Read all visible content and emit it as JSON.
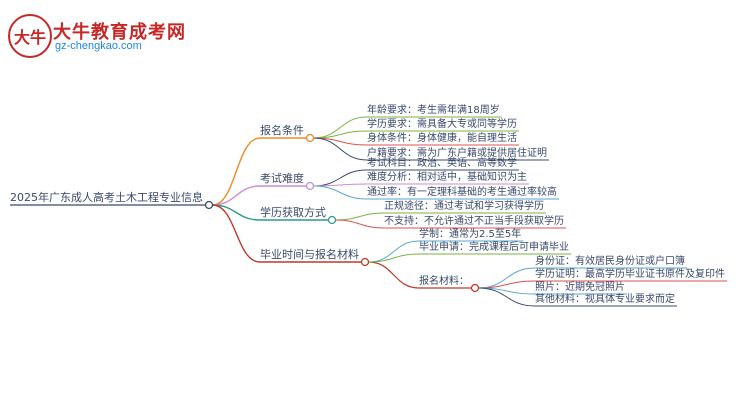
{
  "logo": {
    "badge": "大牛",
    "title": "大牛教育成考网",
    "url": "gz-chengkao.com"
  },
  "colors": {
    "root": "#3a4a6b",
    "b1": "#f08a24",
    "b2": "#c98bd8",
    "b3": "#2e9a8a",
    "b4": "#c0392b",
    "leafGreen": "#7cb342",
    "leafBlue": "#5aa6d6",
    "leafRed": "#d9534f",
    "leafDark": "#3a4a6b"
  },
  "mindmap": {
    "root": "2025年广东成人高考土木工程专业信息",
    "branches": [
      {
        "label": "报名条件",
        "leaves": [
          "年龄要求：考生需年满18周岁",
          "学历要求：需具备大专或同等学历",
          "身体条件：身体健康，能自理生活",
          "户籍要求：需为广东户籍或提供居住证明"
        ]
      },
      {
        "label": "考试难度",
        "leaves": [
          "考试科目：政治、英语、高等数学",
          "难度分析：相对适中，基础知识为主",
          "通过率：有一定理科基础的考生通过率较高"
        ]
      },
      {
        "label": "学历获取方式",
        "leaves": [
          "正规途径：通过考试和学习获得学历",
          "不支持：不允许通过不正当手段获取学历"
        ]
      },
      {
        "label": "毕业时间与报名材料",
        "leaves": [
          "学制：通常为2.5至5年",
          "毕业申请：完成课程后可申请毕业"
        ],
        "sub": {
          "label": "报名材料：",
          "leaves": [
            "身份证：有效居民身份证或户口簿",
            "学历证明：最高学历毕业证书原件及复印件",
            "照片：近期免冠照片",
            "其他材料：视具体专业要求而定"
          ]
        }
      }
    ]
  }
}
